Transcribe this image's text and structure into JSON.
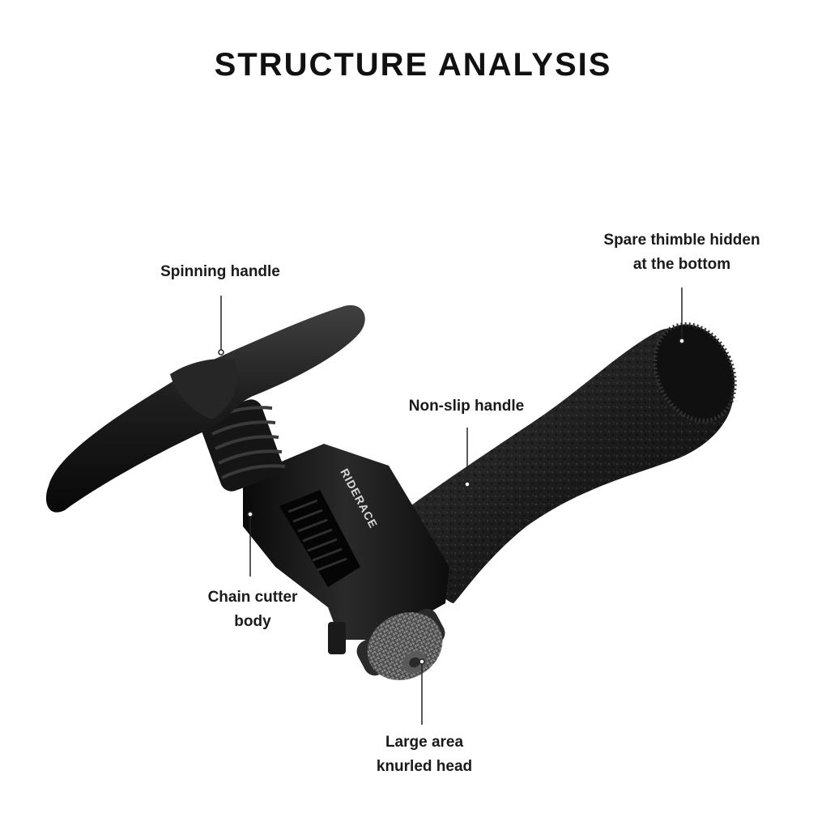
{
  "page": {
    "title": "STRUCTURE ANALYSIS"
  },
  "brand": {
    "logo_text": "RIDERACE"
  },
  "callouts": {
    "spinning_handle": {
      "lines": [
        "Spinning handle"
      ]
    },
    "spare_thimble": {
      "lines": [
        "Spare thimble hidden",
        "at the bottom"
      ]
    },
    "non_slip_handle": {
      "lines": [
        "Non-slip handle"
      ]
    },
    "chain_cutter_body": {
      "lines": [
        "Chain cutter",
        "body"
      ]
    },
    "knurled_head": {
      "lines": [
        "Large area",
        "knurled head"
      ]
    }
  },
  "colors": {
    "background": "#ffffff",
    "tool_black": "#141414",
    "tool_highlight": "#3a3a3a",
    "knurl_silver": "#8a8a8a",
    "callout_line": "#222222"
  }
}
